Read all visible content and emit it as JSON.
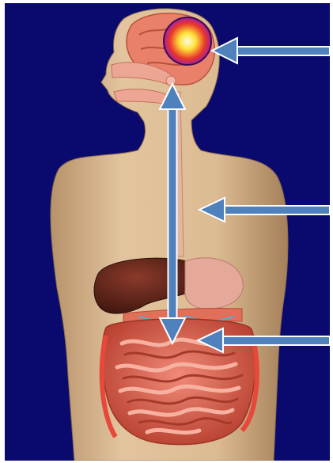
{
  "diagram": {
    "background_color": "#0a0a6e",
    "skin_color": "#e2c49e",
    "skin_shadow_color": "#b7926a",
    "brain_color": "#e8806a",
    "brain_glow_color": "#ffe23a",
    "brain_glow_ring_color": "#a8219a",
    "liver_color": "#5a2419",
    "stomach_color": "#e5a99a",
    "intestine_color": "#d85f4f",
    "esophagus_color": "#e6b59f",
    "arrow_color": "#4f81bd",
    "arrow_highlight_color": "#ffffff",
    "arrows": [
      {
        "id": "brain-pointer",
        "direction": "left"
      },
      {
        "id": "torso-pointer",
        "direction": "left"
      },
      {
        "id": "intestine-pointer",
        "direction": "left"
      },
      {
        "id": "gut-brain-axis",
        "direction": "both"
      }
    ]
  }
}
